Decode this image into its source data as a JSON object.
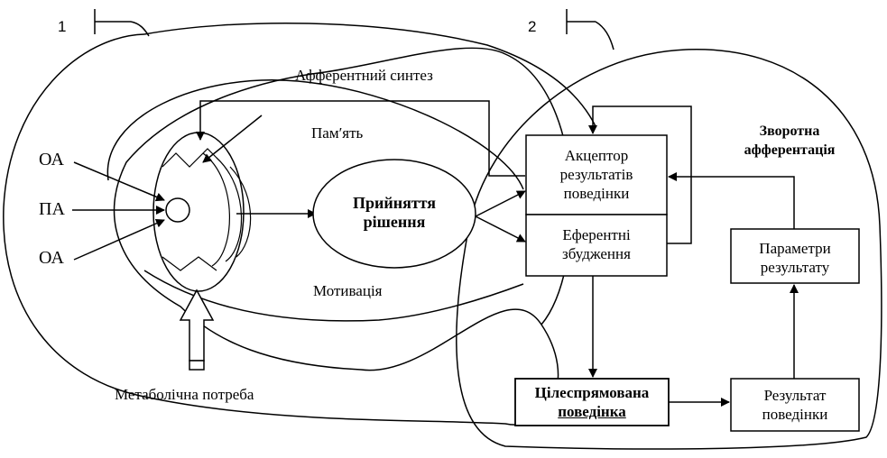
{
  "markers": {
    "one": "1",
    "two": "2"
  },
  "left": {
    "afferent_synthesis": "Афферентний синтез",
    "memory": "Пам′ять",
    "motivation": "Мотивація",
    "metabolic_need": "Метаболічна потреба",
    "inputs": [
      "ОА",
      "ПА",
      "ОА"
    ],
    "decision": [
      "Прийняття",
      "рішення"
    ]
  },
  "right": {
    "acceptor": [
      "Акцептор",
      "результатів",
      "поведінки"
    ],
    "efferent": [
      "Еферентні",
      "збудження"
    ],
    "feedback": [
      "Зворотна",
      "афферентація"
    ],
    "parameters": [
      "Параметри",
      "результату"
    ],
    "behavior": [
      "Цілеспрямована",
      "поведінка"
    ],
    "result": [
      "Результат",
      "поведінки"
    ]
  }
}
